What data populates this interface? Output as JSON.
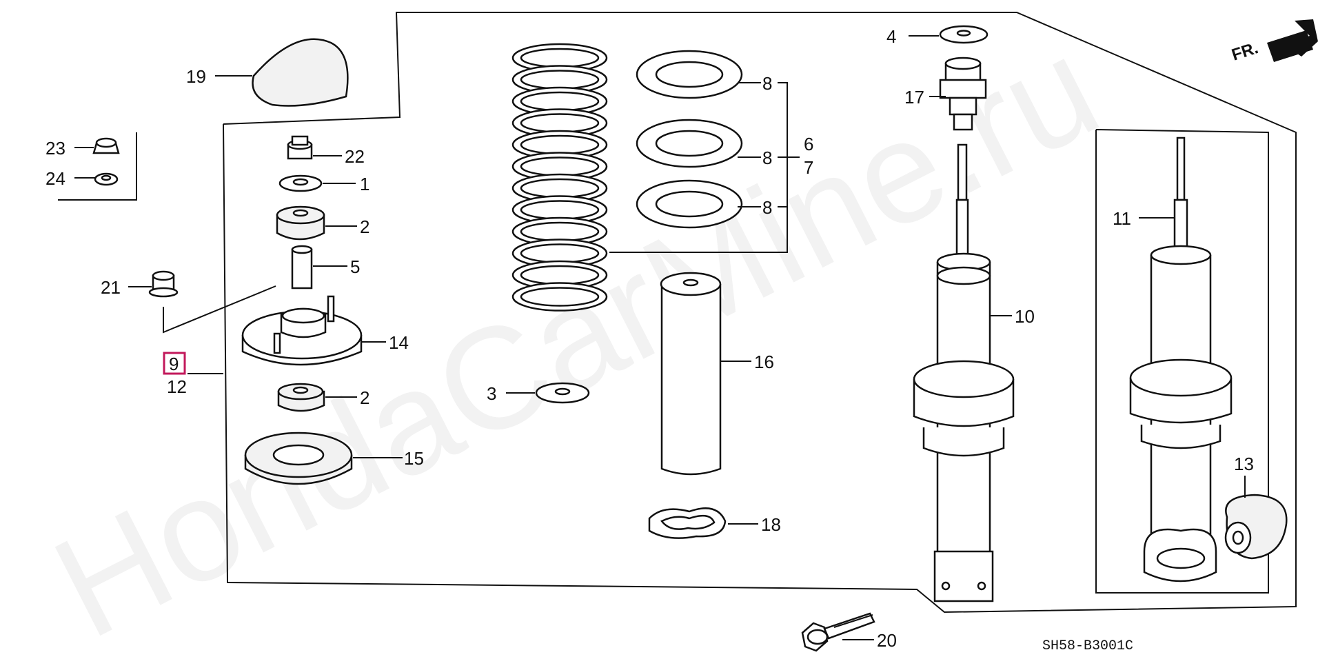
{
  "diagram": {
    "watermark": "HondaCarMine.ru",
    "direction_label": "FR.",
    "diagram_code": "SH58-B3001C",
    "highlight_color": "#c2185b",
    "labels": {
      "p1": "1",
      "p2a": "2",
      "p2b": "2",
      "p3": "3",
      "p4": "4",
      "p5": "5",
      "p6": "6",
      "p7": "7",
      "p8a": "8",
      "p8b": "8",
      "p8c": "8",
      "p9": "9",
      "p10": "10",
      "p11": "11",
      "p12": "12",
      "p13": "13",
      "p14": "14",
      "p15": "15",
      "p16": "16",
      "p17": "17",
      "p18": "18",
      "p19": "19",
      "p20": "20",
      "p21": "21",
      "p22": "22",
      "p23": "23",
      "p24": "24"
    }
  }
}
